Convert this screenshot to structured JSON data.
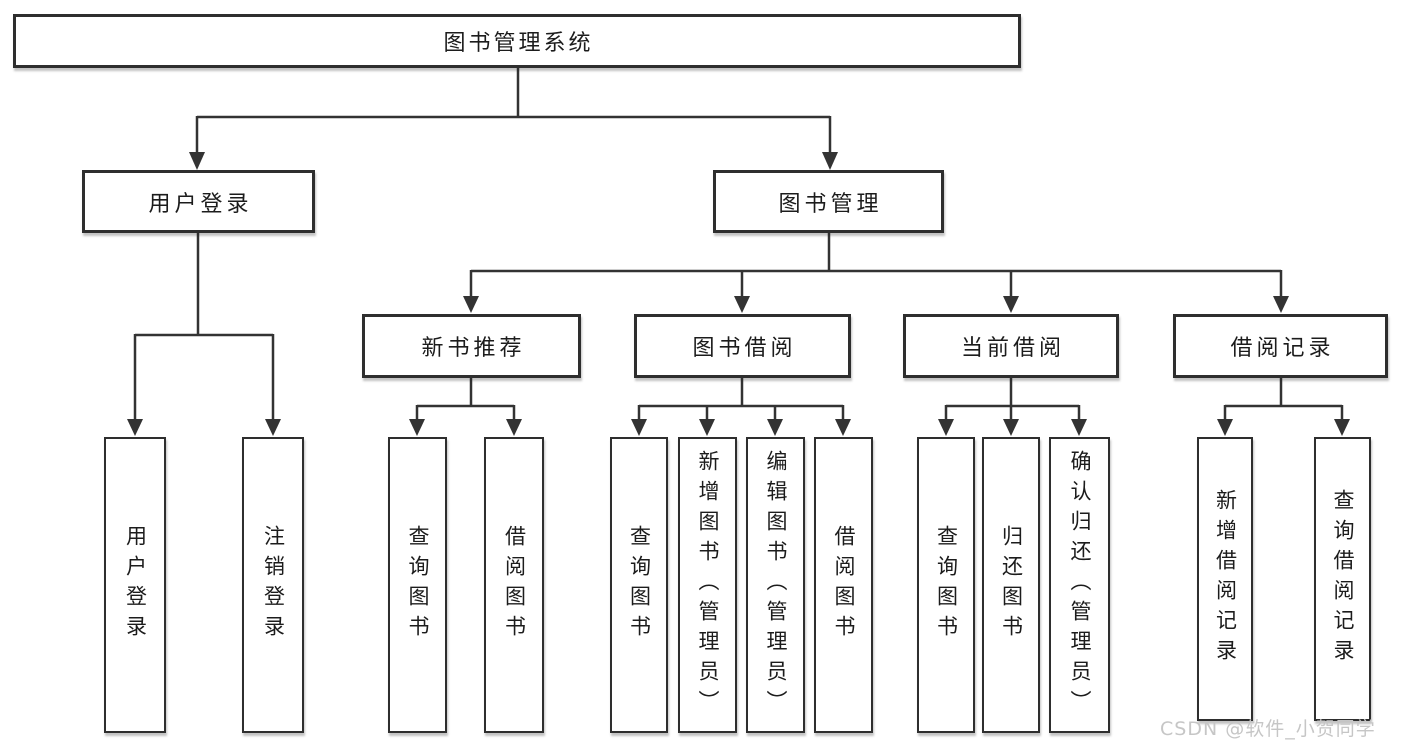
{
  "diagram": {
    "root": {
      "label": "图书管理系统",
      "children": [
        {
          "label": "用户登录",
          "children": [
            {
              "label": "用户登录"
            },
            {
              "label": "注销登录"
            }
          ]
        },
        {
          "label": "图书管理",
          "children": [
            {
              "label": "新书推荐",
              "children": [
                {
                  "label": "查询图书"
                },
                {
                  "label": "借阅图书"
                }
              ]
            },
            {
              "label": "图书借阅",
              "children": [
                {
                  "label": "查询图书"
                },
                {
                  "label": "新增图书（管理员）"
                },
                {
                  "label": "编辑图书（管理员）"
                },
                {
                  "label": "借阅图书"
                }
              ]
            },
            {
              "label": "当前借阅",
              "children": [
                {
                  "label": "查询图书"
                },
                {
                  "label": "归还图书"
                },
                {
                  "label": "确认归还（管理员）"
                }
              ]
            },
            {
              "label": "借阅记录",
              "children": [
                {
                  "label": "新增借阅记录"
                },
                {
                  "label": "查询借阅记录"
                }
              ]
            }
          ]
        }
      ]
    },
    "watermark": "CSDN @软件_小贺同学",
    "colors": {
      "line": "#333333",
      "border": "#2e2e2e",
      "text": "#1c1c1c",
      "watermark": "#c6c6c6",
      "background": "#ffffff"
    }
  }
}
